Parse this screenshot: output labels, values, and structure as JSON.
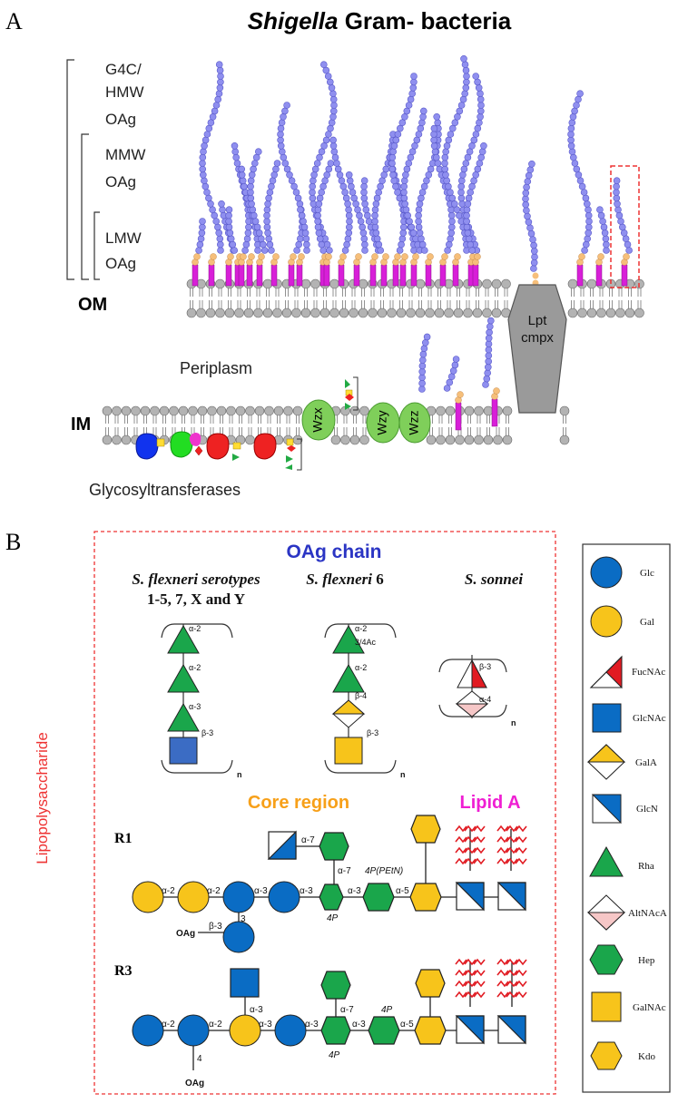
{
  "panelA": {
    "letter": "A",
    "title_italic": "Shigella",
    "title_rest": " Gram- bacteria",
    "bracket_labels": {
      "hmw": [
        "G4C/",
        "HMW",
        "OAg"
      ],
      "mmw": [
        "MMW",
        "OAg"
      ],
      "lmw": [
        "LMW",
        "OAg"
      ]
    },
    "om": "OM",
    "im": "IM",
    "periplasm": "Periplasm",
    "lpt": [
      "Lpt",
      "cmpx"
    ],
    "wzx": "Wzx",
    "wzy": "Wzy",
    "wzz": "Wzz",
    "glycosyltransferases": "Glycosyltransferases",
    "colors": {
      "chain": "#8f8fef",
      "lipid": "#d81fd8",
      "core": "#f6bf7a",
      "bilayer": "#b3b3b3"
    }
  },
  "panelB": {
    "letter": "B",
    "oag_chain": "OAg chain",
    "lipopolysaccharide": "Lipopolysaccharide",
    "sf_header": [
      "S. flexneri serotypes",
      "1-5, 7, X and  Y"
    ],
    "sf6_header_italic": "S. flexneri",
    "sf6_header_num": " 6",
    "ss_header": "S. sonnei",
    "sf_links": [
      "α-2",
      "α-2",
      "α-3",
      "β-3"
    ],
    "sf6_links": [
      "α-2",
      "3/4Ac",
      "α-2",
      "β-4",
      "β-3"
    ],
    "ss_links": [
      "β-3",
      "α-4"
    ],
    "n": "n",
    "core_region": "Core region",
    "lipid_a": "Lipid A",
    "r1": {
      "label": "R1",
      "links": [
        "α-2",
        "α-2",
        "α-3",
        "α-3",
        "α-3",
        "α-5",
        "α-7",
        "α-7",
        "β-3",
        "3",
        "4P",
        "4P(PEtN)"
      ],
      "oag": "OAg"
    },
    "r3": {
      "label": "R3",
      "links": [
        "α-2",
        "α-2",
        "α-3",
        "α-3",
        "α-3",
        "α-5",
        "α-3",
        "α-7",
        "4P",
        "4P",
        "4"
      ],
      "oag": "OAg"
    },
    "legend": [
      "Glc",
      "Gal",
      "FucNAc",
      "GlcNAc",
      "GalA",
      "GlcN",
      "Rha",
      "AltNAcA",
      "Hep",
      "GalNAc",
      "Kdo"
    ],
    "colors": {
      "glc": "#0a6cc4",
      "gal": "#f7c41b",
      "green": "#1aa64b",
      "red": "#e11b22",
      "pink": "#f6c7c7",
      "title_blue": "#2b35c4",
      "orange": "#f7a019",
      "magenta": "#ef1fd3",
      "border_red": "#e33"
    }
  }
}
